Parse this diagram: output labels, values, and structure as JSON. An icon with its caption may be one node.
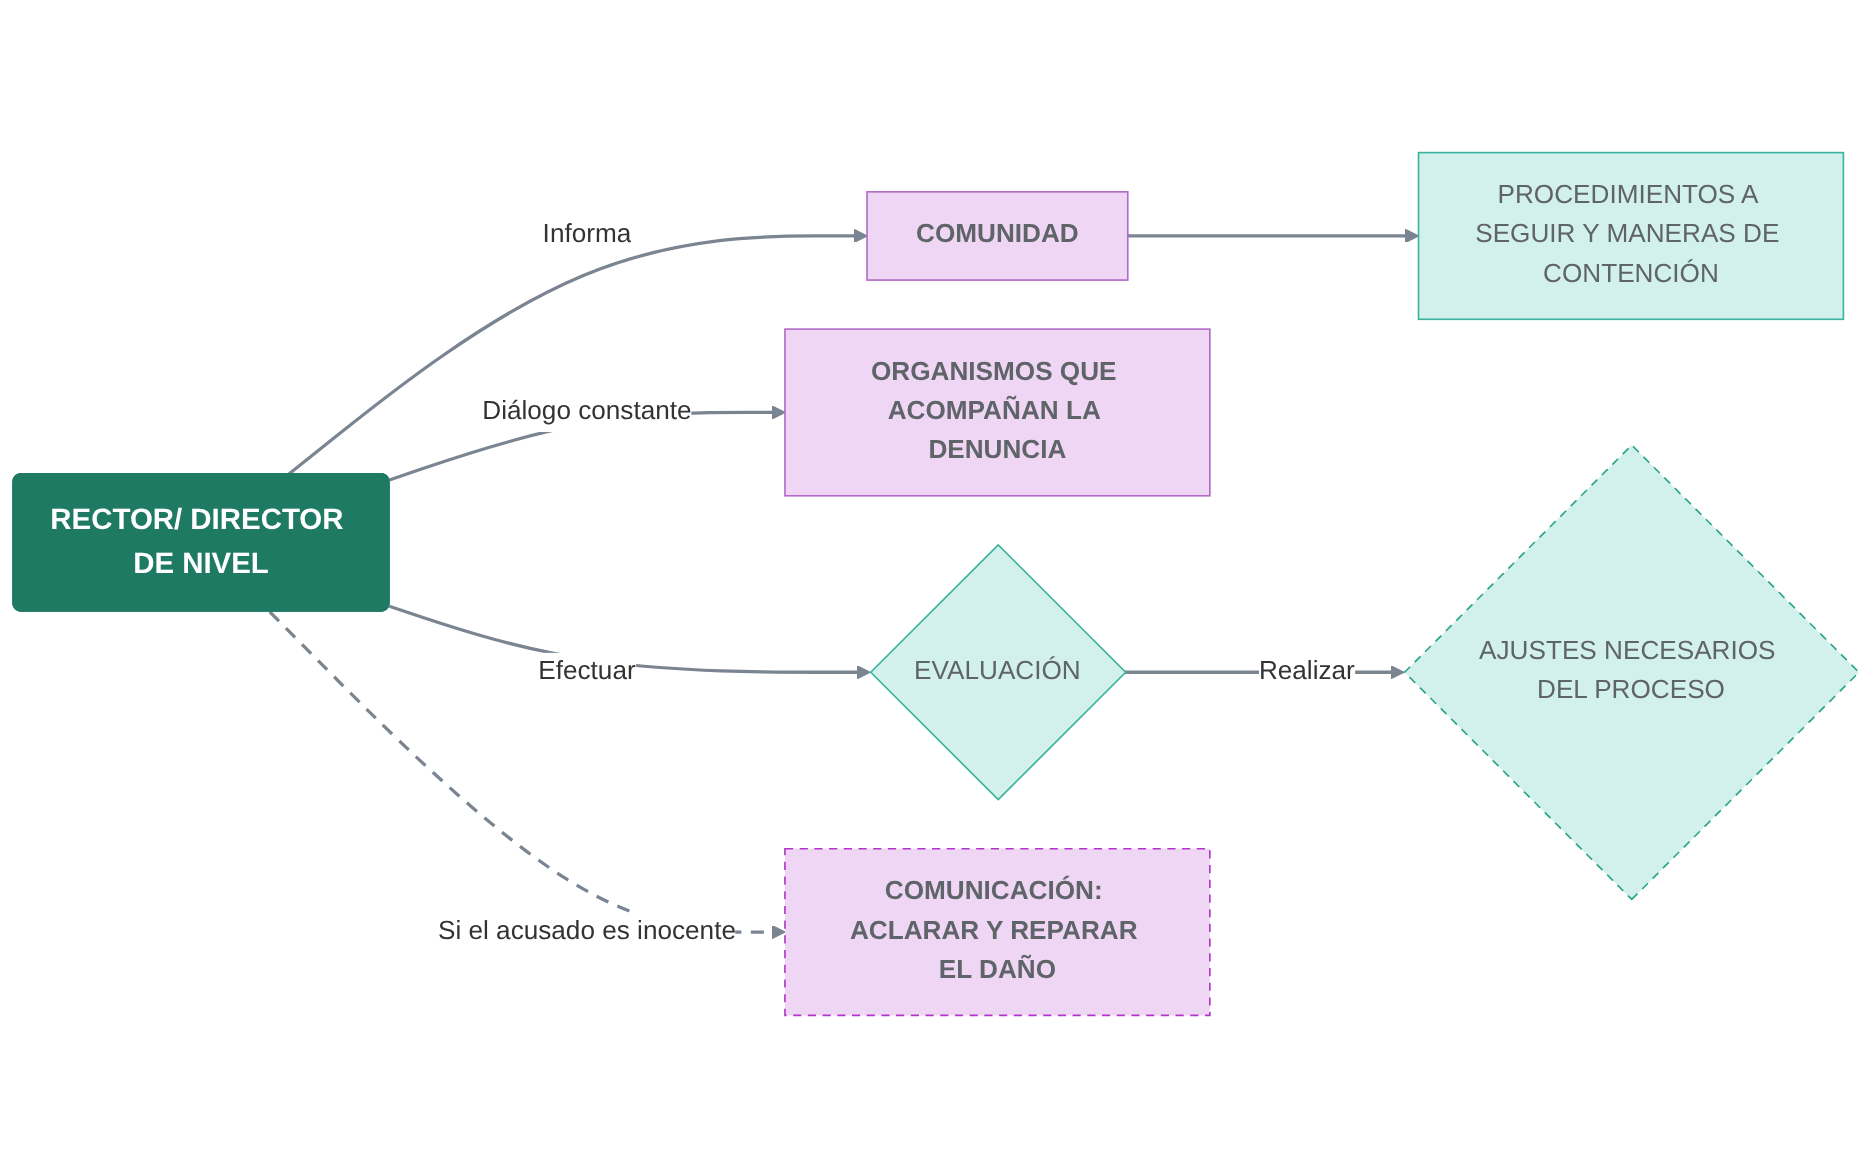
{
  "diagram": {
    "nodes": [
      {
        "text": [
          "RECTOR/ DIRECTOR DE NIVEL"
        ]
      },
      {
        "text": [
          "COMUNIDAD"
        ]
      },
      {
        "text": [
          "PROCEDIMIENTOS A SEGUIR Y MANERAS DE CONTENCIÓN"
        ]
      },
      {
        "text": [
          "ORGANISMOS QUE ACOMPAÑAN LA DENUNCIA"
        ]
      },
      {
        "text": [
          "EVALUACIÓN"
        ]
      },
      {
        "text": [
          "AJUSTES NECESARIOS DEL PROCESO"
        ]
      },
      {
        "text": [
          "COMUNICACIÓN: ACLARAR Y REPARAR EL DAÑO"
        ]
      }
    ],
    "edges": [
      {
        "from": 0,
        "to": 1,
        "arrow": "to",
        "label": "Informa"
      },
      {
        "from": 1,
        "to": 2,
        "arrow": "to"
      },
      {
        "from": 0,
        "to": 3,
        "arrow": "to",
        "label": "Diálogo constante"
      },
      {
        "from": 0,
        "to": 4,
        "arrow": "to",
        "label": "Efectuar"
      },
      {
        "from": 4,
        "to": 5,
        "arrow": "to",
        "label": "Realizar"
      },
      {
        "from": 0,
        "to": 6,
        "arrow": "to",
        "label": "Si el acusado es inocente",
        "style": "dashed"
      }
    ]
  }
}
